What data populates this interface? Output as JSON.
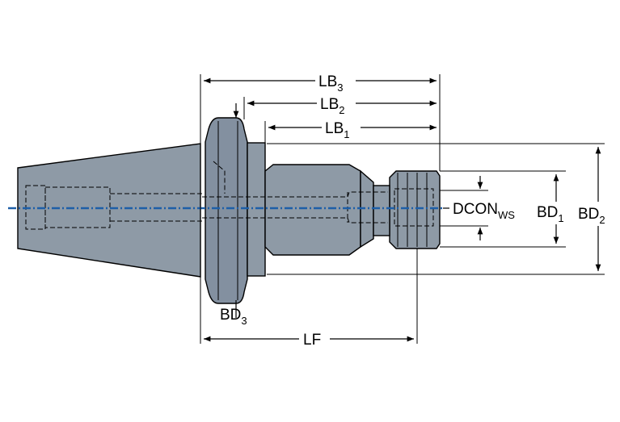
{
  "labels": {
    "lb3": {
      "main": "LB",
      "sub": "3"
    },
    "lb2": {
      "main": "LB",
      "sub": "2"
    },
    "lb1": {
      "main": "LB",
      "sub": "1"
    },
    "dcon": {
      "main": "DCON",
      "sub": "WS"
    },
    "bd1": {
      "main": "BD",
      "sub": "1"
    },
    "bd2": {
      "main": "BD",
      "sub": "2"
    },
    "bd3": {
      "main": "BD",
      "sub": "3"
    },
    "lf": {
      "main": "LF",
      "sub": ""
    }
  },
  "colors": {
    "body": "#8e9aa6",
    "centerline": "#1d5fa8"
  }
}
